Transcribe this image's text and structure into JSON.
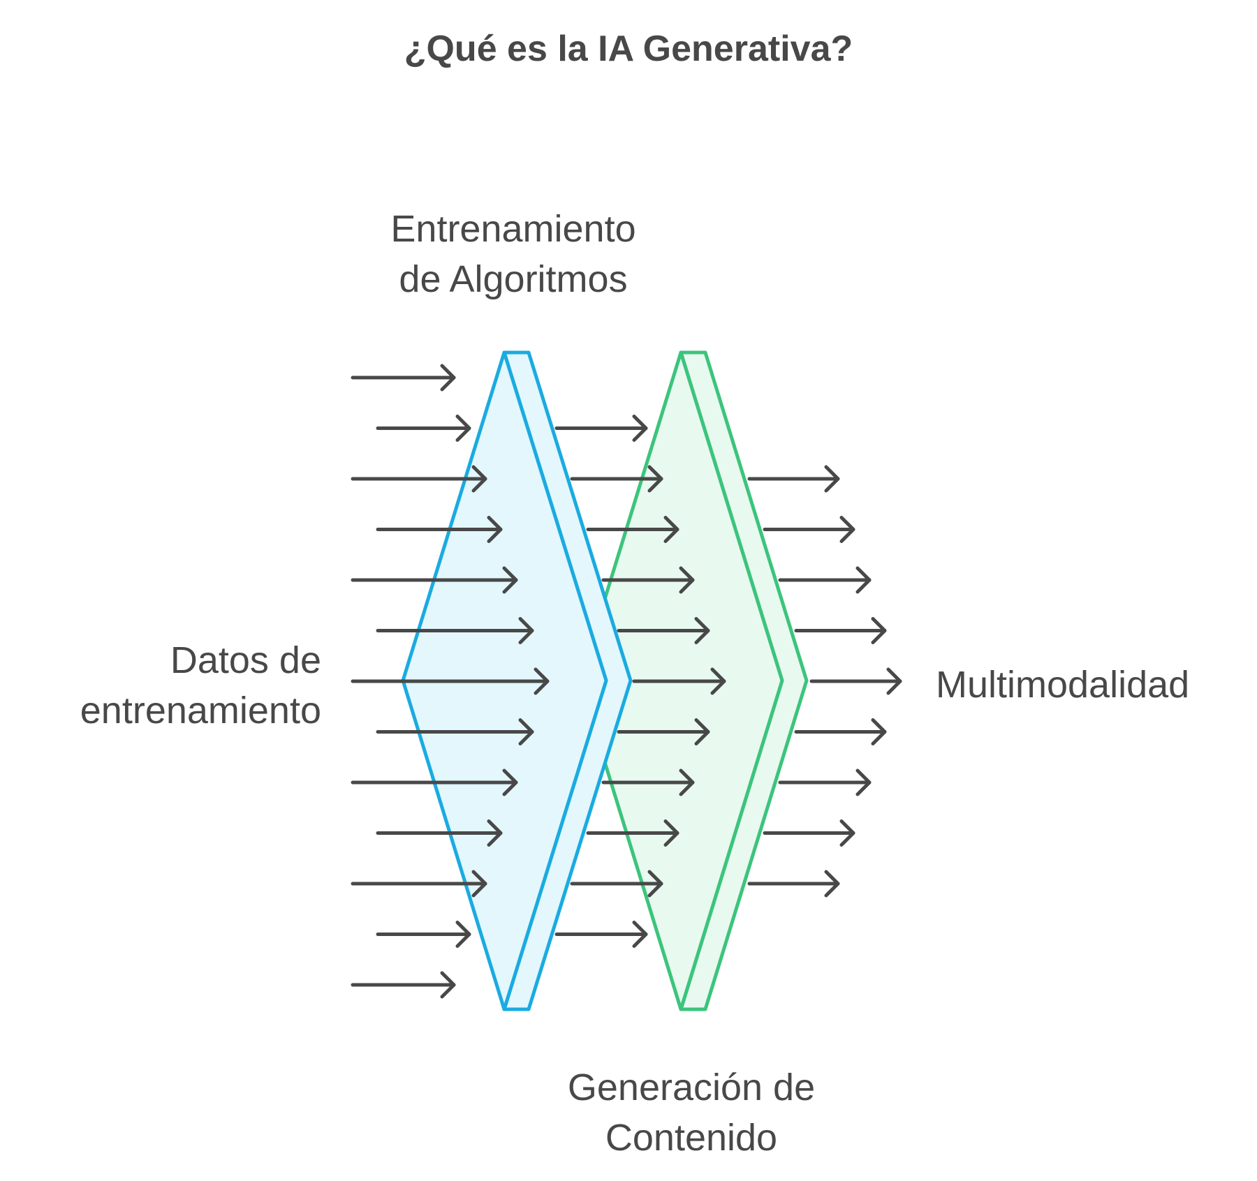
{
  "title": "¿Qué es la IA Generativa?",
  "labels": {
    "training_algorithms": [
      "Entrenamiento",
      "de Algoritmos"
    ],
    "training_data": [
      "Datos de",
      "entrenamiento"
    ],
    "multimodality": [
      "Multimodalidad"
    ],
    "content_generation": [
      "Generación de",
      "Contenido"
    ]
  },
  "colors": {
    "text": "#484848",
    "arrow": "#484848",
    "stage1_stroke": "#1AABE0",
    "stage1_fill": "#E3F7FD",
    "stage2_stroke": "#3CC47C",
    "stage2_fill": "#E8F9F0"
  }
}
